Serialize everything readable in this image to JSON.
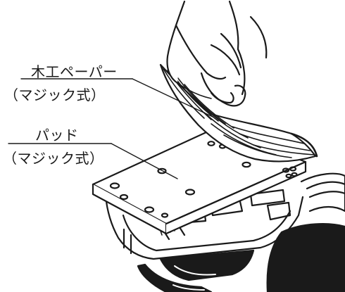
{
  "labels": {
    "sandpaper_line1": "木工ペーパー",
    "sandpaper_line2": "（マジック式）",
    "pad_line1": "パッド",
    "pad_line2": "（マジック式）"
  },
  "colors": {
    "ink": "#1a1a1a",
    "background": "#ffffff"
  }
}
